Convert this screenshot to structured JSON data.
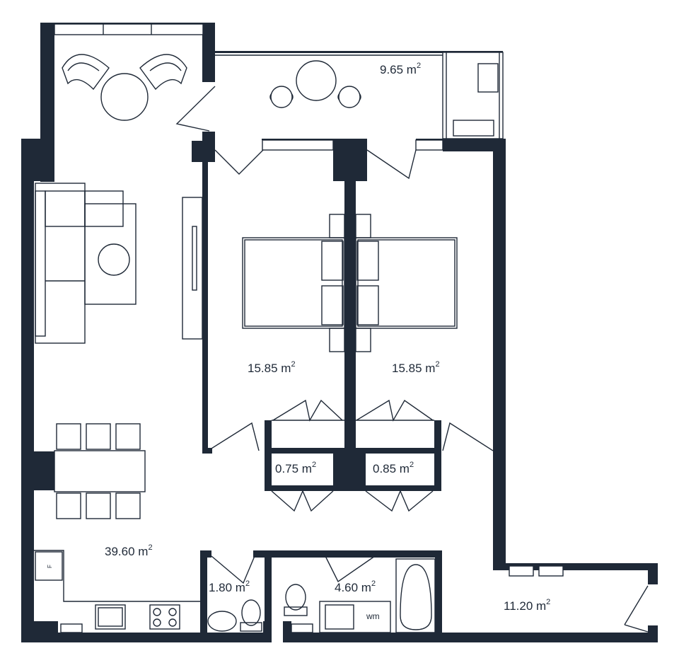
{
  "rooms": {
    "balcony": {
      "area": "9.65 m",
      "unit_sup": "2"
    },
    "bedroom_1": {
      "area": "15.85 m",
      "unit_sup": "2"
    },
    "bedroom_2": {
      "area": "15.85 m",
      "unit_sup": "2"
    },
    "wardrobe_1": {
      "area": "0.75 m",
      "unit_sup": "2"
    },
    "wardrobe_2": {
      "area": "0.85 m",
      "unit_sup": "2"
    },
    "living": {
      "area": "39.60 m",
      "unit_sup": "2"
    },
    "wc": {
      "area": "1.80 m",
      "unit_sup": "2"
    },
    "bathroom": {
      "area": "4.60 m",
      "unit_sup": "2"
    },
    "terrace": {
      "area": "11.20 m",
      "unit_sup": "2"
    }
  },
  "fixtures": {
    "fridge_label": "F",
    "washing_machine_label": "wm"
  },
  "colors": {
    "wall": "#1f2937",
    "background": "#ffffff"
  }
}
